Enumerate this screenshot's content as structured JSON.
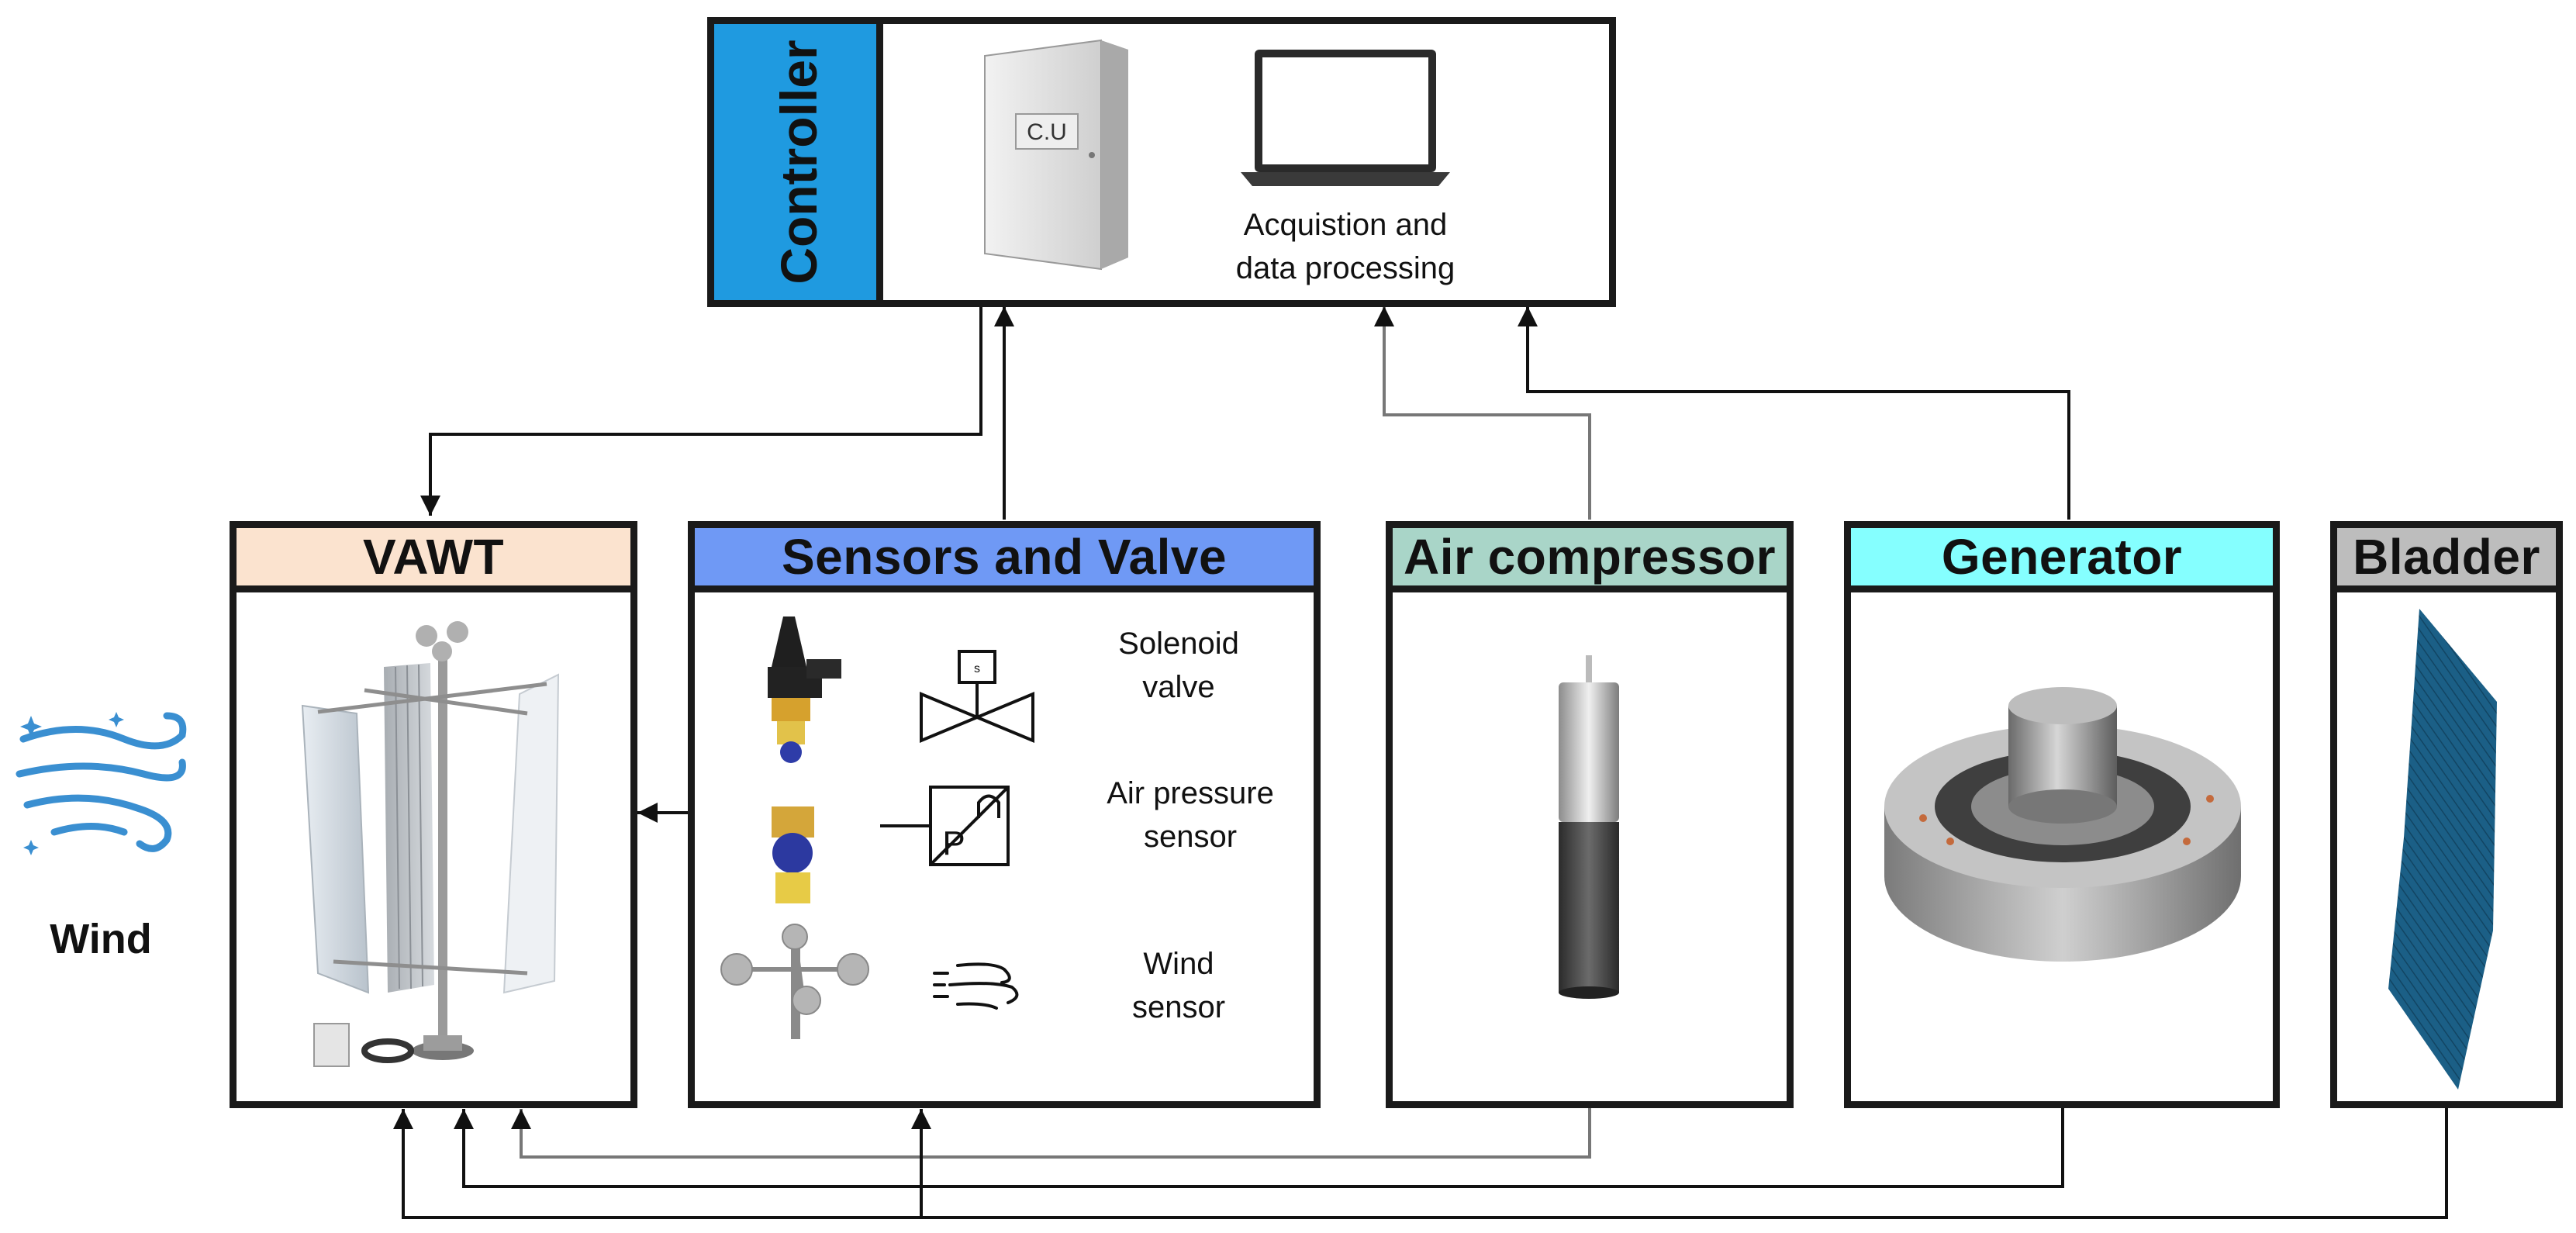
{
  "controller": {
    "title": "Controller",
    "cabinet_label": "C.U",
    "laptop_caption_line1": "Acquistion and",
    "laptop_caption_line2": "data processing"
  },
  "wind": {
    "label": "Wind"
  },
  "vawt": {
    "title": "VAWT",
    "color": "#fbe3cf"
  },
  "sensors": {
    "title": "Sensors and Valve",
    "color": "#6f99f5",
    "solenoid_line1": "Solenoid",
    "solenoid_line2": "valve",
    "pressure_line1": "Air pressure",
    "pressure_line2": "sensor",
    "pressure_symbol": "P",
    "wind_line1": "Wind",
    "wind_line2": "sensor"
  },
  "compressor": {
    "title": "Air compressor",
    "color": "#a9d5c8"
  },
  "generator": {
    "title": "Generator",
    "color": "#85ffff"
  },
  "bladder": {
    "title": "Bladder",
    "color": "#bdbdbd"
  },
  "colors": {
    "controller_bar": "#1f9ae0",
    "bladder_fill": "#1b5f86",
    "wind_icon": "#3a8fd1"
  }
}
